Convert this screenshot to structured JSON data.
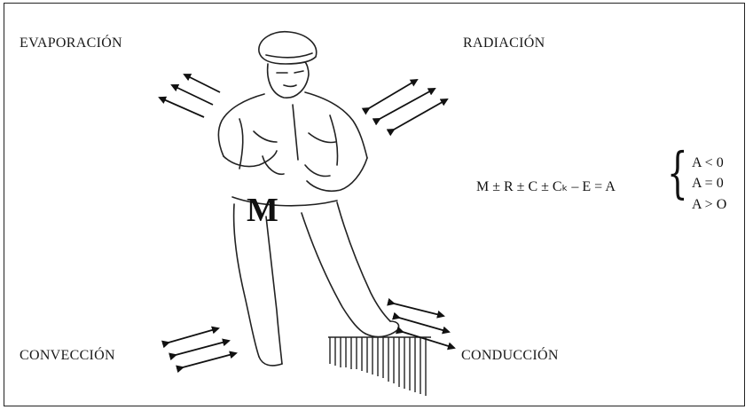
{
  "labels": {
    "evaporation": "EVAPORACIÓN",
    "radiation": "RADIACIÓN",
    "convection": "CONVECCIÓN",
    "conduction": "CONDUCCIÓN",
    "metabolism": "M"
  },
  "equation": {
    "text": "M ± R ± C ± Cₖ – E = A",
    "conditions": [
      "A < 0",
      "A = 0",
      "A > O"
    ]
  },
  "icons": [
    "worker-figure",
    "arrows-out",
    "arrows-in-out",
    "ground-hatch"
  ]
}
